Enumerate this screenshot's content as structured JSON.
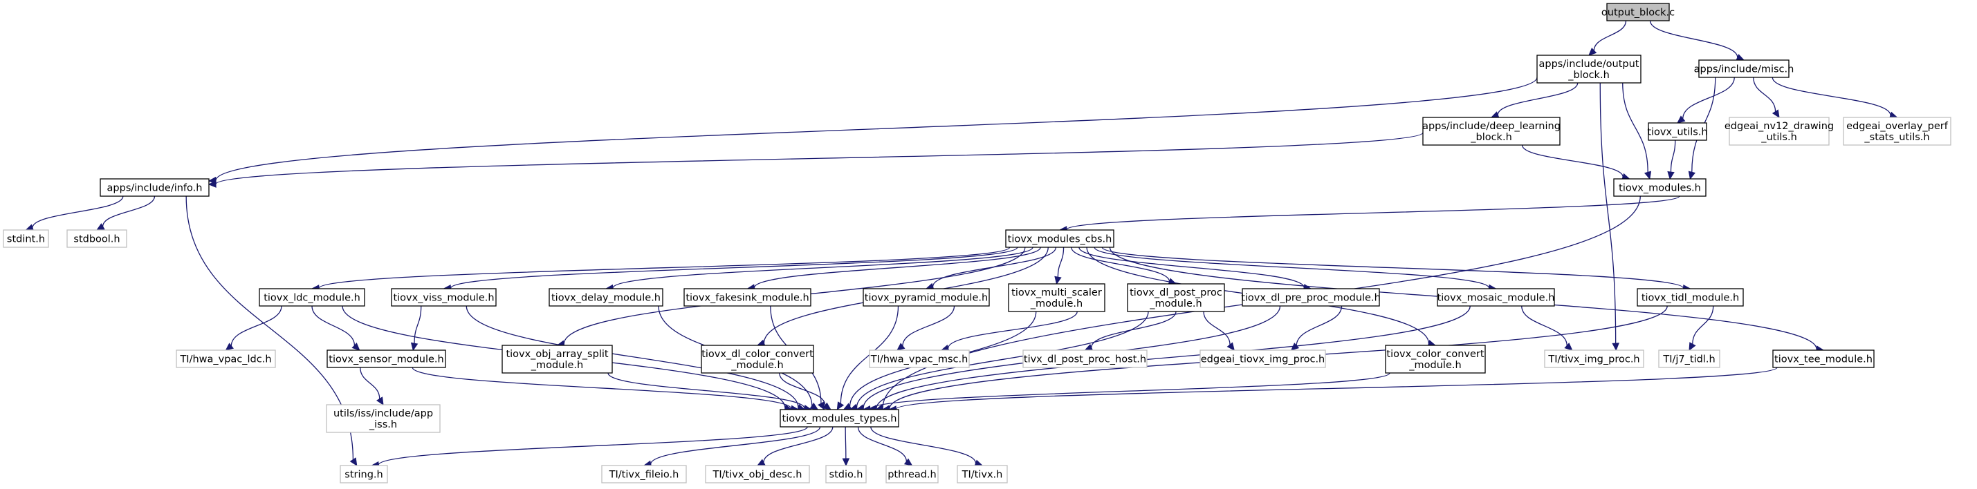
{
  "colors": {
    "edge": "#191970",
    "root_fill": "#bfbfbf",
    "node_border": "#000000",
    "external_border": "#bfbfbf",
    "text": "#000000"
  },
  "nodes": [
    {
      "id": "output_block_c",
      "lines": [
        "output_block.c"
      ],
      "kind": "root"
    },
    {
      "id": "output_block_h",
      "lines": [
        "apps/include/output",
        "_block.h"
      ],
      "kind": "header"
    },
    {
      "id": "misc_h",
      "lines": [
        "apps/include/misc.h"
      ],
      "kind": "header"
    },
    {
      "id": "deep_learning_block_h",
      "lines": [
        "apps/include/deep_learning",
        "_block.h"
      ],
      "kind": "header"
    },
    {
      "id": "tiovx_utils_h",
      "lines": [
        "tiovx_utils.h"
      ],
      "kind": "header"
    },
    {
      "id": "edgeai_nv12_drawing_utils_h",
      "lines": [
        "edgeai_nv12_drawing",
        "_utils.h"
      ],
      "kind": "external"
    },
    {
      "id": "edgeai_overlay_perf_stats_utils_h",
      "lines": [
        "edgeai_overlay_perf",
        "_stats_utils.h"
      ],
      "kind": "external"
    },
    {
      "id": "info_h",
      "lines": [
        "apps/include/info.h"
      ],
      "kind": "header"
    },
    {
      "id": "tiovx_modules_h",
      "lines": [
        "tiovx_modules.h"
      ],
      "kind": "header"
    },
    {
      "id": "stdint_h",
      "lines": [
        "stdint.h"
      ],
      "kind": "external"
    },
    {
      "id": "stdbool_h",
      "lines": [
        "stdbool.h"
      ],
      "kind": "external"
    },
    {
      "id": "tiovx_modules_cbs_h",
      "lines": [
        "tiovx_modules_cbs.h"
      ],
      "kind": "header"
    },
    {
      "id": "tiovx_ldc_module_h",
      "lines": [
        "tiovx_ldc_module.h"
      ],
      "kind": "header"
    },
    {
      "id": "tiovx_viss_module_h",
      "lines": [
        "tiovx_viss_module.h"
      ],
      "kind": "header"
    },
    {
      "id": "tiovx_delay_module_h",
      "lines": [
        "tiovx_delay_module.h"
      ],
      "kind": "header"
    },
    {
      "id": "tiovx_fakesink_module_h",
      "lines": [
        "tiovx_fakesink_module.h"
      ],
      "kind": "header"
    },
    {
      "id": "tiovx_pyramid_module_h",
      "lines": [
        "tiovx_pyramid_module.h"
      ],
      "kind": "header"
    },
    {
      "id": "tiovx_multi_scaler_module_h",
      "lines": [
        "tiovx_multi_scaler",
        "_module.h"
      ],
      "kind": "header"
    },
    {
      "id": "tiovx_dl_post_proc_module_h",
      "lines": [
        "tiovx_dl_post_proc",
        "_module.h"
      ],
      "kind": "header"
    },
    {
      "id": "tiovx_dl_pre_proc_module_h",
      "lines": [
        "tiovx_dl_pre_proc_module.h"
      ],
      "kind": "header"
    },
    {
      "id": "tiovx_mosaic_module_h",
      "lines": [
        "tiovx_mosaic_module.h"
      ],
      "kind": "header"
    },
    {
      "id": "tiovx_tidl_module_h",
      "lines": [
        "tiovx_tidl_module.h"
      ],
      "kind": "header"
    },
    {
      "id": "tiovx_obj_array_split_module_h",
      "lines": [
        "tiovx_obj_array_split",
        "_module.h"
      ],
      "kind": "header"
    },
    {
      "id": "tiovx_dl_color_convert_module_h",
      "lines": [
        "tiovx_dl_color_convert",
        "_module.h"
      ],
      "kind": "header"
    },
    {
      "id": "tiovx_color_convert_module_h",
      "lines": [
        "tiovx_color_convert",
        "_module.h"
      ],
      "kind": "header"
    },
    {
      "id": "tiovx_tee_module_h",
      "lines": [
        "tiovx_tee_module.h"
      ],
      "kind": "header"
    },
    {
      "id": "hwa_vpac_ldc_h",
      "lines": [
        "TI/hwa_vpac_ldc.h"
      ],
      "kind": "external"
    },
    {
      "id": "tiovx_sensor_module_h",
      "lines": [
        "tiovx_sensor_module.h"
      ],
      "kind": "header"
    },
    {
      "id": "hwa_vpac_msc_h",
      "lines": [
        "TI/hwa_vpac_msc.h"
      ],
      "kind": "external"
    },
    {
      "id": "tivx_dl_post_proc_host_h",
      "lines": [
        "tivx_dl_post_proc_host.h"
      ],
      "kind": "external"
    },
    {
      "id": "edgeai_tiovx_img_proc_h",
      "lines": [
        "edgeai_tiovx_img_proc.h"
      ],
      "kind": "external"
    },
    {
      "id": "tivx_img_proc_h",
      "lines": [
        "TI/tivx_img_proc.h"
      ],
      "kind": "external"
    },
    {
      "id": "j7_tidl_h",
      "lines": [
        "TI/j7_tidl.h"
      ],
      "kind": "external"
    },
    {
      "id": "iss_h",
      "lines": [
        "utils/iss/include/app",
        "_iss.h"
      ],
      "kind": "external"
    },
    {
      "id": "tiovx_modules_types_h",
      "lines": [
        "tiovx_modules_types.h"
      ],
      "kind": "header"
    },
    {
      "id": "string_h",
      "lines": [
        "string.h"
      ],
      "kind": "external"
    },
    {
      "id": "tivx_fileio_h",
      "lines": [
        "TI/tivx_fileio.h"
      ],
      "kind": "external"
    },
    {
      "id": "tivx_obj_desc_h",
      "lines": [
        "TI/tivx_obj_desc.h"
      ],
      "kind": "external"
    },
    {
      "id": "stdio_h",
      "lines": [
        "stdio.h"
      ],
      "kind": "external"
    },
    {
      "id": "pthread_h",
      "lines": [
        "pthread.h"
      ],
      "kind": "external"
    },
    {
      "id": "tivx_h",
      "lines": [
        "TI/tivx.h"
      ],
      "kind": "external"
    }
  ],
  "edges": [
    [
      "output_block_c",
      "output_block_h"
    ],
    [
      "output_block_c",
      "misc_h"
    ],
    [
      "output_block_h",
      "info_h"
    ],
    [
      "output_block_h",
      "deep_learning_block_h"
    ],
    [
      "output_block_h",
      "tiovx_modules_h"
    ],
    [
      "output_block_h",
      "tivx_img_proc_h"
    ],
    [
      "misc_h",
      "tiovx_utils_h"
    ],
    [
      "misc_h",
      "edgeai_nv12_drawing_utils_h"
    ],
    [
      "misc_h",
      "edgeai_overlay_perf_stats_utils_h"
    ],
    [
      "misc_h",
      "tiovx_modules_h"
    ],
    [
      "deep_learning_block_h",
      "info_h"
    ],
    [
      "deep_learning_block_h",
      "tiovx_modules_h"
    ],
    [
      "tiovx_utils_h",
      "tiovx_modules_h"
    ],
    [
      "info_h",
      "stdint_h"
    ],
    [
      "info_h",
      "stdbool_h"
    ],
    [
      "info_h",
      "string_h"
    ],
    [
      "tiovx_modules_h",
      "tiovx_modules_cbs_h"
    ],
    [
      "tiovx_modules_h",
      "tiovx_modules_types_h"
    ],
    [
      "tiovx_modules_cbs_h",
      "tiovx_ldc_module_h"
    ],
    [
      "tiovx_modules_cbs_h",
      "tiovx_viss_module_h"
    ],
    [
      "tiovx_modules_cbs_h",
      "tiovx_delay_module_h"
    ],
    [
      "tiovx_modules_cbs_h",
      "tiovx_fakesink_module_h"
    ],
    [
      "tiovx_modules_cbs_h",
      "tiovx_pyramid_module_h"
    ],
    [
      "tiovx_modules_cbs_h",
      "tiovx_multi_scaler_module_h"
    ],
    [
      "tiovx_modules_cbs_h",
      "tiovx_dl_post_proc_module_h"
    ],
    [
      "tiovx_modules_cbs_h",
      "tiovx_dl_pre_proc_module_h"
    ],
    [
      "tiovx_modules_cbs_h",
      "tiovx_mosaic_module_h"
    ],
    [
      "tiovx_modules_cbs_h",
      "tiovx_tidl_module_h"
    ],
    [
      "tiovx_modules_cbs_h",
      "tiovx_obj_array_split_module_h"
    ],
    [
      "tiovx_modules_cbs_h",
      "tiovx_dl_color_convert_module_h"
    ],
    [
      "tiovx_modules_cbs_h",
      "tiovx_color_convert_module_h"
    ],
    [
      "tiovx_modules_cbs_h",
      "tiovx_tee_module_h"
    ],
    [
      "tiovx_ldc_module_h",
      "hwa_vpac_ldc_h"
    ],
    [
      "tiovx_ldc_module_h",
      "tiovx_sensor_module_h"
    ],
    [
      "tiovx_ldc_module_h",
      "tiovx_modules_types_h"
    ],
    [
      "tiovx_viss_module_h",
      "tiovx_sensor_module_h"
    ],
    [
      "tiovx_viss_module_h",
      "tiovx_modules_types_h"
    ],
    [
      "tiovx_delay_module_h",
      "tiovx_modules_types_h"
    ],
    [
      "tiovx_fakesink_module_h",
      "tiovx_modules_types_h"
    ],
    [
      "tiovx_pyramid_module_h",
      "hwa_vpac_msc_h"
    ],
    [
      "tiovx_pyramid_module_h",
      "tiovx_modules_types_h"
    ],
    [
      "tiovx_multi_scaler_module_h",
      "hwa_vpac_msc_h"
    ],
    [
      "tiovx_multi_scaler_module_h",
      "tiovx_modules_types_h"
    ],
    [
      "tiovx_dl_post_proc_module_h",
      "tivx_dl_post_proc_host_h"
    ],
    [
      "tiovx_dl_post_proc_module_h",
      "edgeai_tiovx_img_proc_h"
    ],
    [
      "tiovx_dl_post_proc_module_h",
      "tiovx_modules_types_h"
    ],
    [
      "tiovx_dl_pre_proc_module_h",
      "edgeai_tiovx_img_proc_h"
    ],
    [
      "tiovx_dl_pre_proc_module_h",
      "tiovx_modules_types_h"
    ],
    [
      "tiovx_mosaic_module_h",
      "tivx_img_proc_h"
    ],
    [
      "tiovx_mosaic_module_h",
      "tiovx_modules_types_h"
    ],
    [
      "tiovx_tidl_module_h",
      "j7_tidl_h"
    ],
    [
      "tiovx_tidl_module_h",
      "tiovx_modules_types_h"
    ],
    [
      "tiovx_obj_array_split_module_h",
      "tiovx_modules_types_h"
    ],
    [
      "tiovx_dl_color_convert_module_h",
      "tiovx_modules_types_h"
    ],
    [
      "tiovx_color_convert_module_h",
      "tiovx_modules_types_h"
    ],
    [
      "tiovx_tee_module_h",
      "tiovx_modules_types_h"
    ],
    [
      "tiovx_sensor_module_h",
      "iss_h"
    ],
    [
      "tiovx_sensor_module_h",
      "tiovx_modules_types_h"
    ],
    [
      "tiovx_modules_types_h",
      "string_h"
    ],
    [
      "tiovx_modules_types_h",
      "tivx_fileio_h"
    ],
    [
      "tiovx_modules_types_h",
      "tivx_obj_desc_h"
    ],
    [
      "tiovx_modules_types_h",
      "stdio_h"
    ],
    [
      "tiovx_modules_types_h",
      "pthread_h"
    ],
    [
      "tiovx_modules_types_h",
      "tivx_h"
    ]
  ]
}
